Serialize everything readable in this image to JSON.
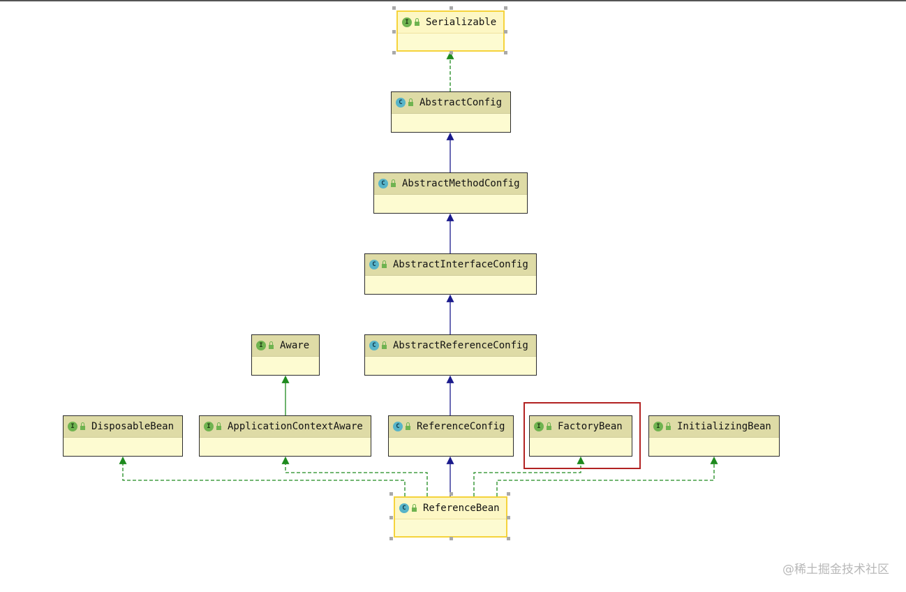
{
  "diagram": {
    "nodes": [
      {
        "id": "Serializable",
        "label": "Serializable",
        "kind": "I",
        "selected": true
      },
      {
        "id": "AbstractConfig",
        "label": "AbstractConfig",
        "kind": "C",
        "selected": false
      },
      {
        "id": "AbstractMethodConfig",
        "label": "AbstractMethodConfig",
        "kind": "C",
        "selected": false
      },
      {
        "id": "AbstractInterfaceConfig",
        "label": "AbstractInterfaceConfig",
        "kind": "C",
        "selected": false
      },
      {
        "id": "Aware",
        "label": "Aware",
        "kind": "I",
        "selected": false
      },
      {
        "id": "AbstractReferenceConfig",
        "label": "AbstractReferenceConfig",
        "kind": "C",
        "selected": false
      },
      {
        "id": "DisposableBean",
        "label": "DisposableBean",
        "kind": "I",
        "selected": false
      },
      {
        "id": "ApplicationContextAware",
        "label": "ApplicationContextAware",
        "kind": "I",
        "selected": false
      },
      {
        "id": "ReferenceConfig",
        "label": "ReferenceConfig",
        "kind": "C",
        "selected": false
      },
      {
        "id": "FactoryBean",
        "label": "FactoryBean",
        "kind": "I",
        "selected": false
      },
      {
        "id": "InitializingBean",
        "label": "InitializingBean",
        "kind": "I",
        "selected": false
      },
      {
        "id": "ReferenceBean",
        "label": "ReferenceBean",
        "kind": "C",
        "selected": true
      }
    ],
    "edges": [
      {
        "from": "AbstractConfig",
        "to": "Serializable",
        "type": "implements"
      },
      {
        "from": "AbstractMethodConfig",
        "to": "AbstractConfig",
        "type": "extends"
      },
      {
        "from": "AbstractInterfaceConfig",
        "to": "AbstractMethodConfig",
        "type": "extends"
      },
      {
        "from": "AbstractReferenceConfig",
        "to": "AbstractInterfaceConfig",
        "type": "extends"
      },
      {
        "from": "ReferenceConfig",
        "to": "AbstractReferenceConfig",
        "type": "extends"
      },
      {
        "from": "ApplicationContextAware",
        "to": "Aware",
        "type": "interface-extends"
      },
      {
        "from": "ReferenceBean",
        "to": "ReferenceConfig",
        "type": "extends"
      },
      {
        "from": "ReferenceBean",
        "to": "DisposableBean",
        "type": "implements"
      },
      {
        "from": "ReferenceBean",
        "to": "ApplicationContextAware",
        "type": "implements"
      },
      {
        "from": "ReferenceBean",
        "to": "FactoryBean",
        "type": "implements"
      },
      {
        "from": "ReferenceBean",
        "to": "InitializingBean",
        "type": "implements"
      }
    ],
    "highlighted": "FactoryBean",
    "colors": {
      "extends": "#1a1a8c",
      "implements": "#1e8a1e",
      "highlight": "#b22222",
      "selection": "#f5d33c"
    }
  },
  "watermark": "@稀土掘金技术社区"
}
